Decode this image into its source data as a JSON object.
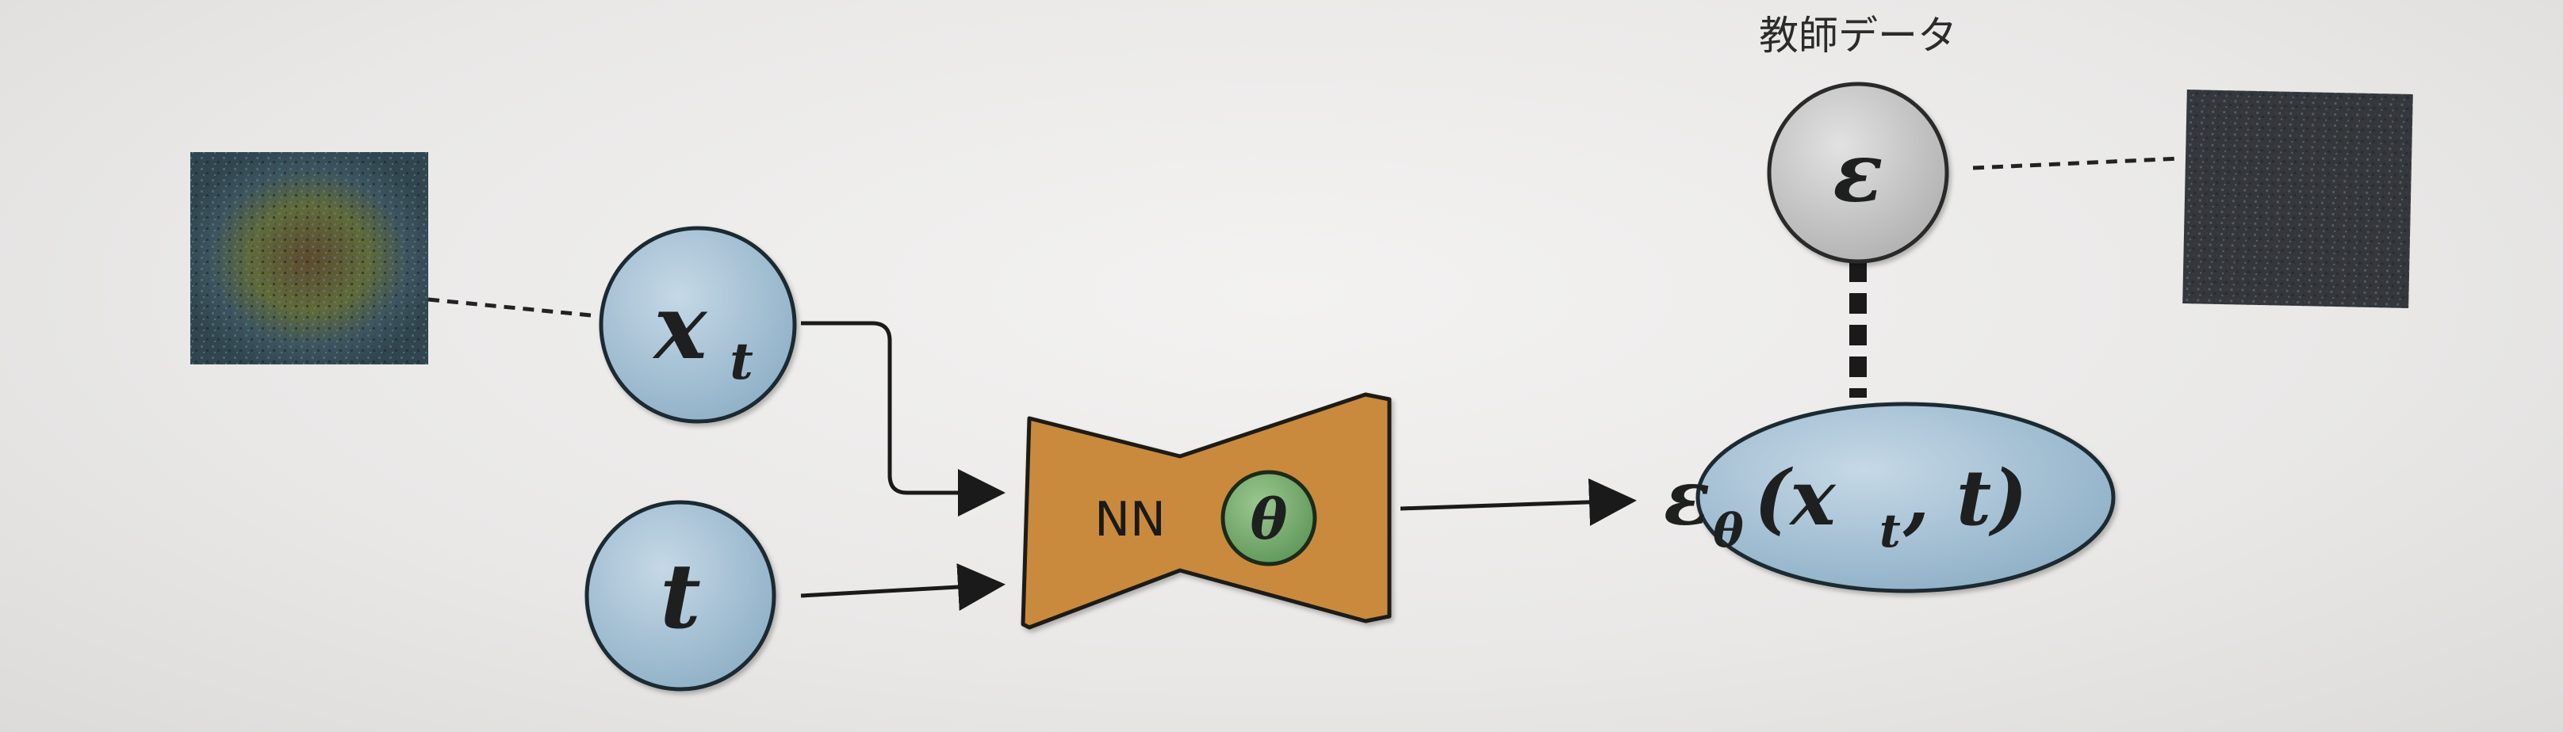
{
  "nodes": {
    "xt": {
      "main": "x",
      "sub": "t"
    },
    "t": {
      "main": "t"
    },
    "eps": {
      "main": "ε"
    },
    "eps_theta": {
      "main": "ε",
      "sub": "θ",
      "args": "(x",
      "args_sub": "t",
      "args_tail": ", t)"
    },
    "nn": {
      "label": "NN",
      "param": "θ"
    }
  },
  "labels": {
    "teacher": "教師データ"
  },
  "colors": {
    "node_blue": "#a9c3d6",
    "node_gray": "#c9c9c9",
    "nn_orange": "#c98a3e",
    "param_green": "#77ad6e",
    "noisy_image": "#3a4a50",
    "pure_noise": "#34373c"
  }
}
